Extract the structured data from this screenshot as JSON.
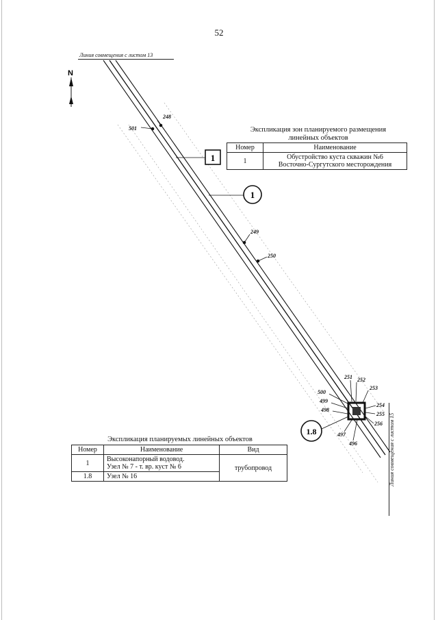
{
  "page_number": "52",
  "match_line_top": "Линия совмещения с листом 13",
  "match_line_right": "Линия совмещения с листом 15",
  "north_arrow": {
    "label": "N",
    "icon": "north-arrow-icon"
  },
  "callouts": {
    "zone": "1",
    "object": "1",
    "node": "1.8"
  },
  "point_labels": [
    "248",
    "501",
    "249",
    "250",
    "251",
    "252",
    "253",
    "254",
    "255",
    "256",
    "500",
    "499",
    "498",
    "497",
    "496"
  ],
  "zones_table": {
    "title_line1": "Экспликация зон планируемого размещения",
    "title_line2": "линейных объектов",
    "headers": [
      "Номер",
      "Наименование"
    ],
    "rows": [
      {
        "num": "1",
        "name_line1": "Обустройство куста скважин №6",
        "name_line2": "Восточно-Сургутского месторождения"
      }
    ]
  },
  "lines_table": {
    "title": "Экспликация планируемых линейных объектов",
    "headers": [
      "Номер",
      "Наименование",
      "Вид"
    ],
    "rows": [
      {
        "num": "1",
        "name_line1": "Высоконапорный водовод.",
        "name_line2": "Узел № 7 - т. вр. куст № 6",
        "kind": "трубопровод"
      },
      {
        "num": "1.8",
        "name_line1": "Узел № 16",
        "name_line2": ""
      }
    ]
  },
  "colors": {
    "ink": "#111111",
    "faint": "#9a9a9a"
  }
}
